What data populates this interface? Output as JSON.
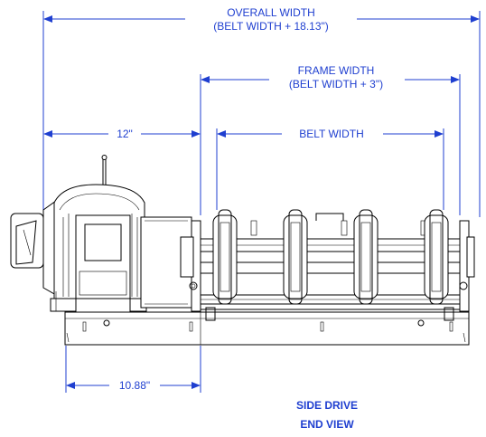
{
  "dimensions": {
    "overall_width": {
      "line1": "OVERALL WIDTH",
      "line2": "(BELT WIDTH + 18.13\")"
    },
    "frame_width": {
      "line1": "FRAME WIDTH",
      "line2": "(BELT WIDTH + 3\")"
    },
    "belt_width": {
      "label": "BELT WIDTH"
    },
    "motor_offset": {
      "label": "12\""
    },
    "base_offset": {
      "label": "10.88\""
    }
  },
  "caption": {
    "line1": "SIDE DRIVE",
    "line2": "END VIEW"
  },
  "colors": {
    "dimension": "#1f3fd0",
    "linework": "#000000",
    "background": "#ffffff"
  }
}
